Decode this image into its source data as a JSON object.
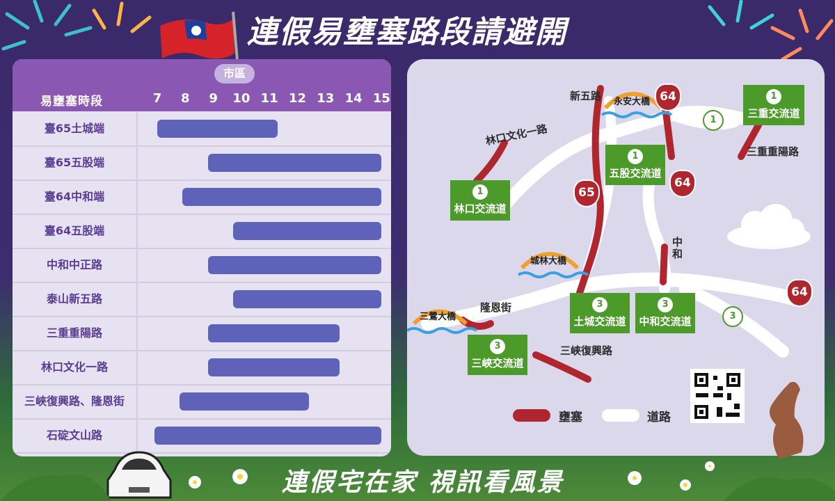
{
  "title": "連假易壅塞路段請避開",
  "slogan": "連假宅在家 視訊看風景",
  "schedule": {
    "header_label": "易壅塞時段",
    "city_badge": "市區",
    "hours": [
      "7",
      "8",
      "9",
      "10",
      "11",
      "12",
      "13",
      "14",
      "15"
    ],
    "rows": [
      {
        "label": "臺65土城端",
        "start": 7.0,
        "end": 11.3
      },
      {
        "label": "臺65五股端",
        "start": 8.8,
        "end": 15.0
      },
      {
        "label": "臺64中和端",
        "start": 7.9,
        "end": 15.1
      },
      {
        "label": "臺64五股端",
        "start": 9.7,
        "end": 15.0
      },
      {
        "label": "中和中正路",
        "start": 8.8,
        "end": 15.1
      },
      {
        "label": "泰山新五路",
        "start": 9.7,
        "end": 15.1
      },
      {
        "label": "三重重陽路",
        "start": 8.8,
        "end": 13.5
      },
      {
        "label": "林口文化一路",
        "start": 8.8,
        "end": 13.5
      },
      {
        "label": "三峽復興路、隆恩街",
        "start": 7.8,
        "end": 12.4
      },
      {
        "label": "石碇文山路",
        "start": 6.9,
        "end": 15.0
      }
    ]
  },
  "map": {
    "interchanges": [
      {
        "name": "三重交流道",
        "num": "1"
      },
      {
        "name": "五股交流道",
        "num": "1"
      },
      {
        "name": "林口交流道",
        "num": "1"
      },
      {
        "name": "土城交流道",
        "num": "3"
      },
      {
        "name": "中和交流道",
        "num": "3"
      },
      {
        "name": "三峽交流道",
        "num": "3"
      }
    ],
    "shields": [
      "64",
      "64",
      "65",
      "64"
    ],
    "flowers": [
      "1",
      "3"
    ],
    "roads": {
      "xinwu": "新五路",
      "linkou": "林口文化一路",
      "sanchong": "三重重陽路",
      "zhonghe": "中和",
      "longen": "隆恩街",
      "sanxia": "三峽復興路"
    },
    "bridges": {
      "yongan": "永安大橋",
      "chenglin": "城林大橋",
      "sanying": "三鶯大橋"
    },
    "legend": {
      "jam": "壅塞",
      "road": "道路"
    },
    "colors": {
      "jam": "#b0262e",
      "road": "#ffffff",
      "interchange": "#4c9a2a"
    }
  }
}
